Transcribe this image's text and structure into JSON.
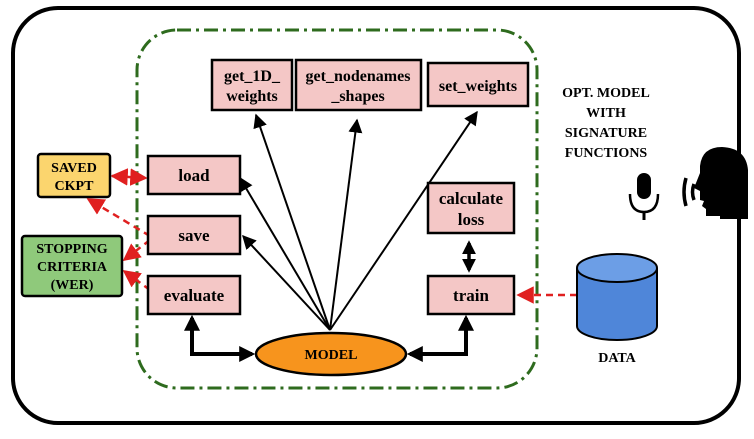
{
  "nodes": {
    "get_1d_weights": [
      "get_1D_",
      "weights"
    ],
    "get_nodenames_shapes": [
      "get_nodenames",
      "_shapes"
    ],
    "set_weights": [
      "set_weights"
    ],
    "load": [
      "load"
    ],
    "save": [
      "save"
    ],
    "evaluate": [
      "evaluate"
    ],
    "calculate_loss": [
      "calculate",
      "loss"
    ],
    "train": [
      "train"
    ],
    "model": [
      "MODEL"
    ],
    "saved_ckpt": [
      "SAVED",
      "CKPT"
    ],
    "stopping_criteria": [
      "STOPPING",
      "CRITERIA",
      "(WER)"
    ],
    "opt_model_label": [
      "OPT. MODEL",
      "WITH",
      "SIGNATURE",
      "FUNCTIONS"
    ],
    "data_label": [
      "DATA"
    ]
  },
  "colors": {
    "function_box_fill": "#f4c7c6",
    "saved_ckpt_fill": "#fbd56e",
    "stopping_fill": "#8fc97b",
    "model_fill": "#f7941d",
    "data_fill": "#4f86d9",
    "dashed_border": "#2e6b1e",
    "red_arrow": "#e02020"
  }
}
